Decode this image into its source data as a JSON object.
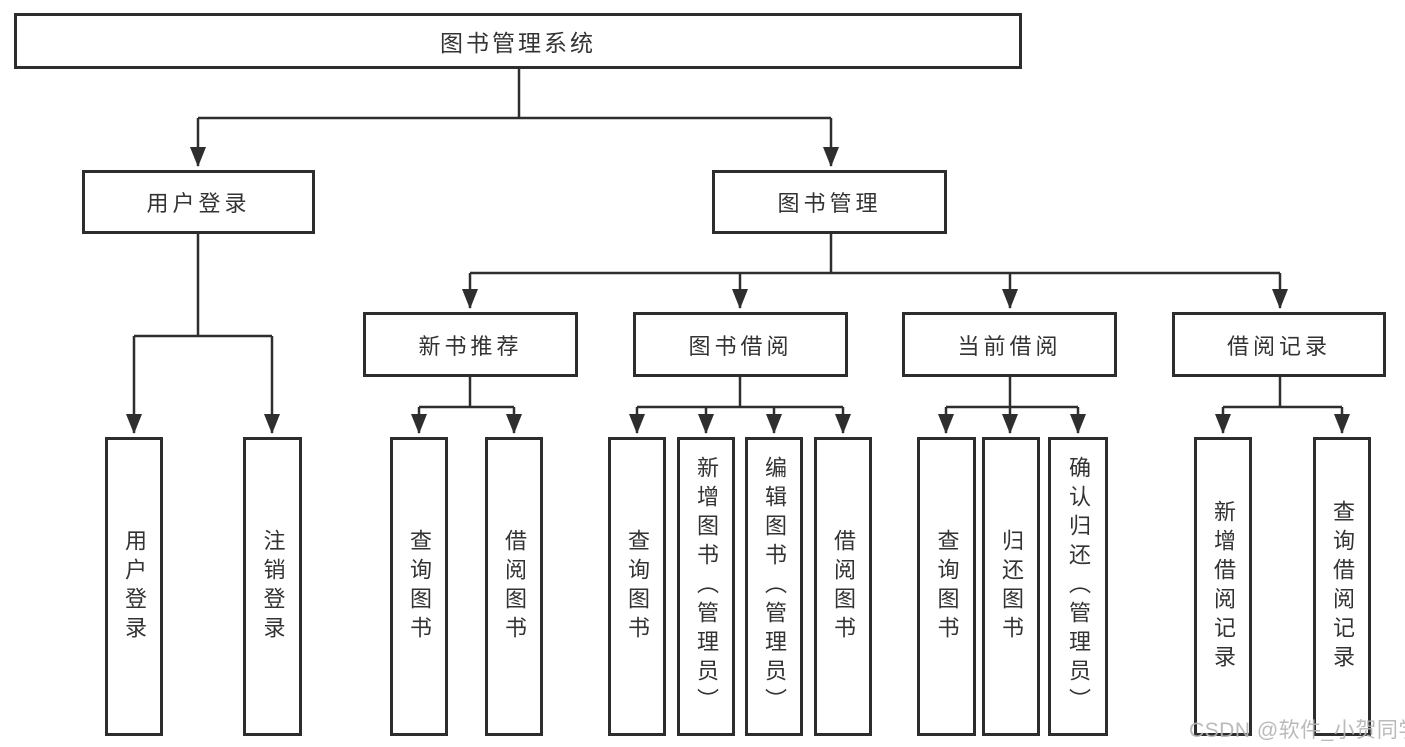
{
  "diagram": {
    "type": "tree",
    "title": "图书管理系统",
    "colors": {
      "line": "#2e2e2e",
      "box_border": "#2d2d2d",
      "box_fill": "#ffffff",
      "text": "#333333",
      "watermark_text": "#b5b5b5",
      "background": "#ffffff"
    },
    "root": {
      "label": "图书管理系统"
    },
    "level2": [
      {
        "label": "用户登录",
        "parent": "图书管理系统"
      },
      {
        "label": "图书管理",
        "parent": "图书管理系统"
      }
    ],
    "level3": [
      {
        "label": "新书推荐",
        "parent": "图书管理"
      },
      {
        "label": "图书借阅",
        "parent": "图书管理"
      },
      {
        "label": "当前借阅",
        "parent": "图书管理"
      },
      {
        "label": "借阅记录",
        "parent": "图书管理"
      }
    ],
    "leaves": [
      {
        "label": "用户登录",
        "parent": "用户登录"
      },
      {
        "label": "注销登录",
        "parent": "用户登录"
      },
      {
        "label": "查询图书",
        "parent": "新书推荐"
      },
      {
        "label": "借阅图书",
        "parent": "新书推荐"
      },
      {
        "label": "查询图书",
        "parent": "图书借阅"
      },
      {
        "label": "新增图书（管理员）",
        "parent": "图书借阅"
      },
      {
        "label": "编辑图书（管理员）",
        "parent": "图书借阅"
      },
      {
        "label": "借阅图书",
        "parent": "图书借阅"
      },
      {
        "label": "查询图书",
        "parent": "当前借阅"
      },
      {
        "label": "归还图书",
        "parent": "当前借阅"
      },
      {
        "label": "确认归还（管理员）",
        "parent": "当前借阅"
      },
      {
        "label": "新增借阅记录",
        "parent": "借阅记录"
      },
      {
        "label": "查询借阅记录",
        "parent": "借阅记录"
      }
    ]
  },
  "watermark": {
    "text": "CSDN @软件_小贺同学"
  }
}
